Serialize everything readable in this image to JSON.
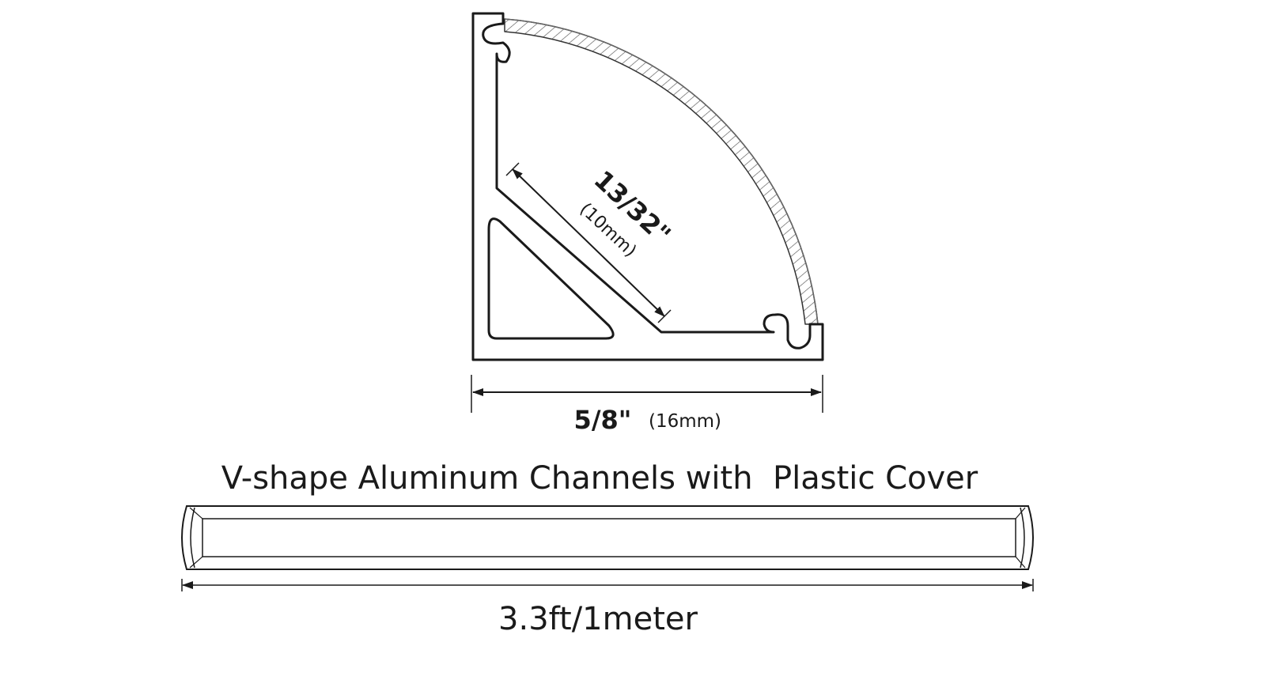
{
  "diagram": {
    "title": "V-shape Aluminum Channels with  Plastic Cover",
    "diagonal_dimension": {
      "imperial": "13/32\"",
      "metric": "(10mm)"
    },
    "width_dimension": {
      "imperial": "5/8\"",
      "metric": "(16mm)"
    },
    "length_dimension": {
      "text": "3.3ft/1meter"
    },
    "colors": {
      "line": "#1a1a1a",
      "hatch": "#555555",
      "background": "#ffffff"
    }
  }
}
